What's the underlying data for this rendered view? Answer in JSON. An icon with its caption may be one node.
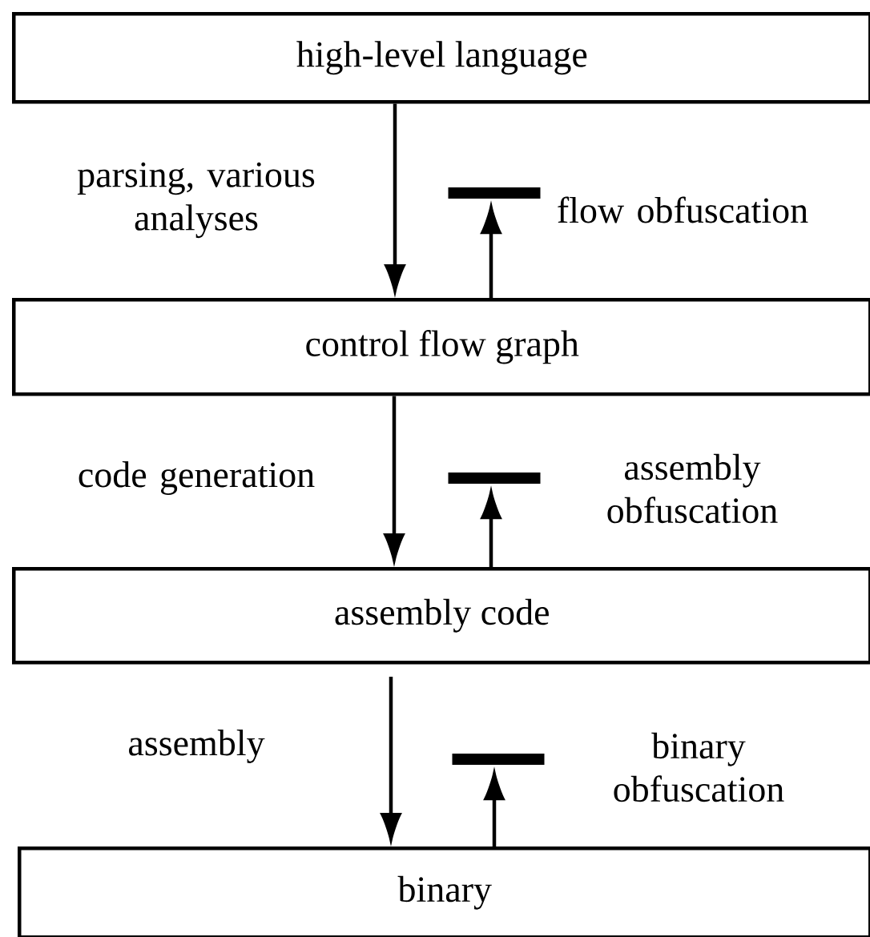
{
  "diagram": {
    "nodes": [
      {
        "text": [
          "high-level language"
        ]
      },
      {
        "text": [
          "control flow graph"
        ]
      },
      {
        "text": [
          "assembly code"
        ]
      },
      {
        "text": [
          "binary"
        ]
      },
      {
        "text": [],
        "shape": "bar",
        "beside": [
          "flow obfuscation"
        ]
      },
      {
        "text": [],
        "shape": "bar",
        "beside": [
          "assembly obfuscation"
        ]
      },
      {
        "text": [],
        "shape": "bar",
        "beside": [
          "binary obfuscation"
        ]
      }
    ],
    "edges": [
      {
        "from": 0,
        "to": 1,
        "arrow": "to",
        "label": "parsing, various analyses"
      },
      {
        "from": 1,
        "to": 4,
        "arrow": "to"
      },
      {
        "from": 1,
        "to": 2,
        "arrow": "to",
        "label": "code generation"
      },
      {
        "from": 2,
        "to": 5,
        "arrow": "to"
      },
      {
        "from": 2,
        "to": 3,
        "arrow": "to",
        "label": "assembly"
      },
      {
        "from": 3,
        "to": 6,
        "arrow": "to"
      }
    ]
  }
}
